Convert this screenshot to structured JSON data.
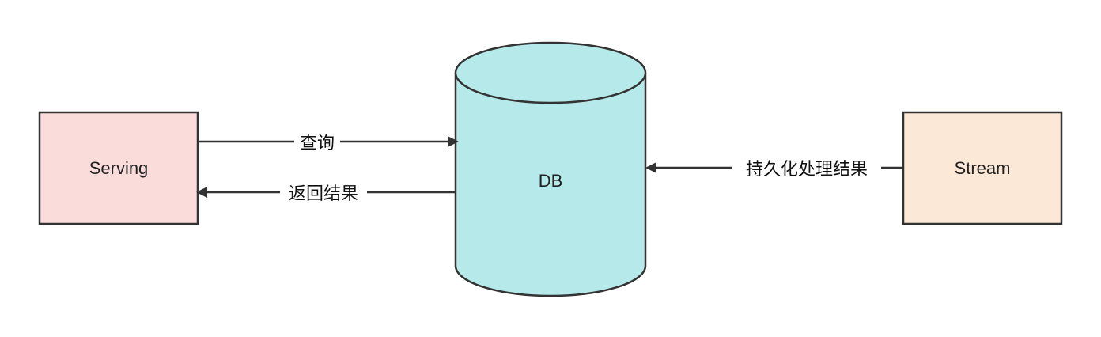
{
  "nodes": {
    "serving": {
      "label": "Serving",
      "fill": "#fadcdb"
    },
    "db": {
      "label": "DB",
      "fill": "#b6e9ea"
    },
    "stream": {
      "label": "Stream",
      "fill": "#fbe8d6"
    }
  },
  "edges": {
    "query": {
      "label": "查询"
    },
    "return_result": {
      "label": "返回结果"
    },
    "persist": {
      "label": "持久化处理结果"
    }
  },
  "colors": {
    "stroke": "#333333",
    "arrow": "#333333"
  }
}
